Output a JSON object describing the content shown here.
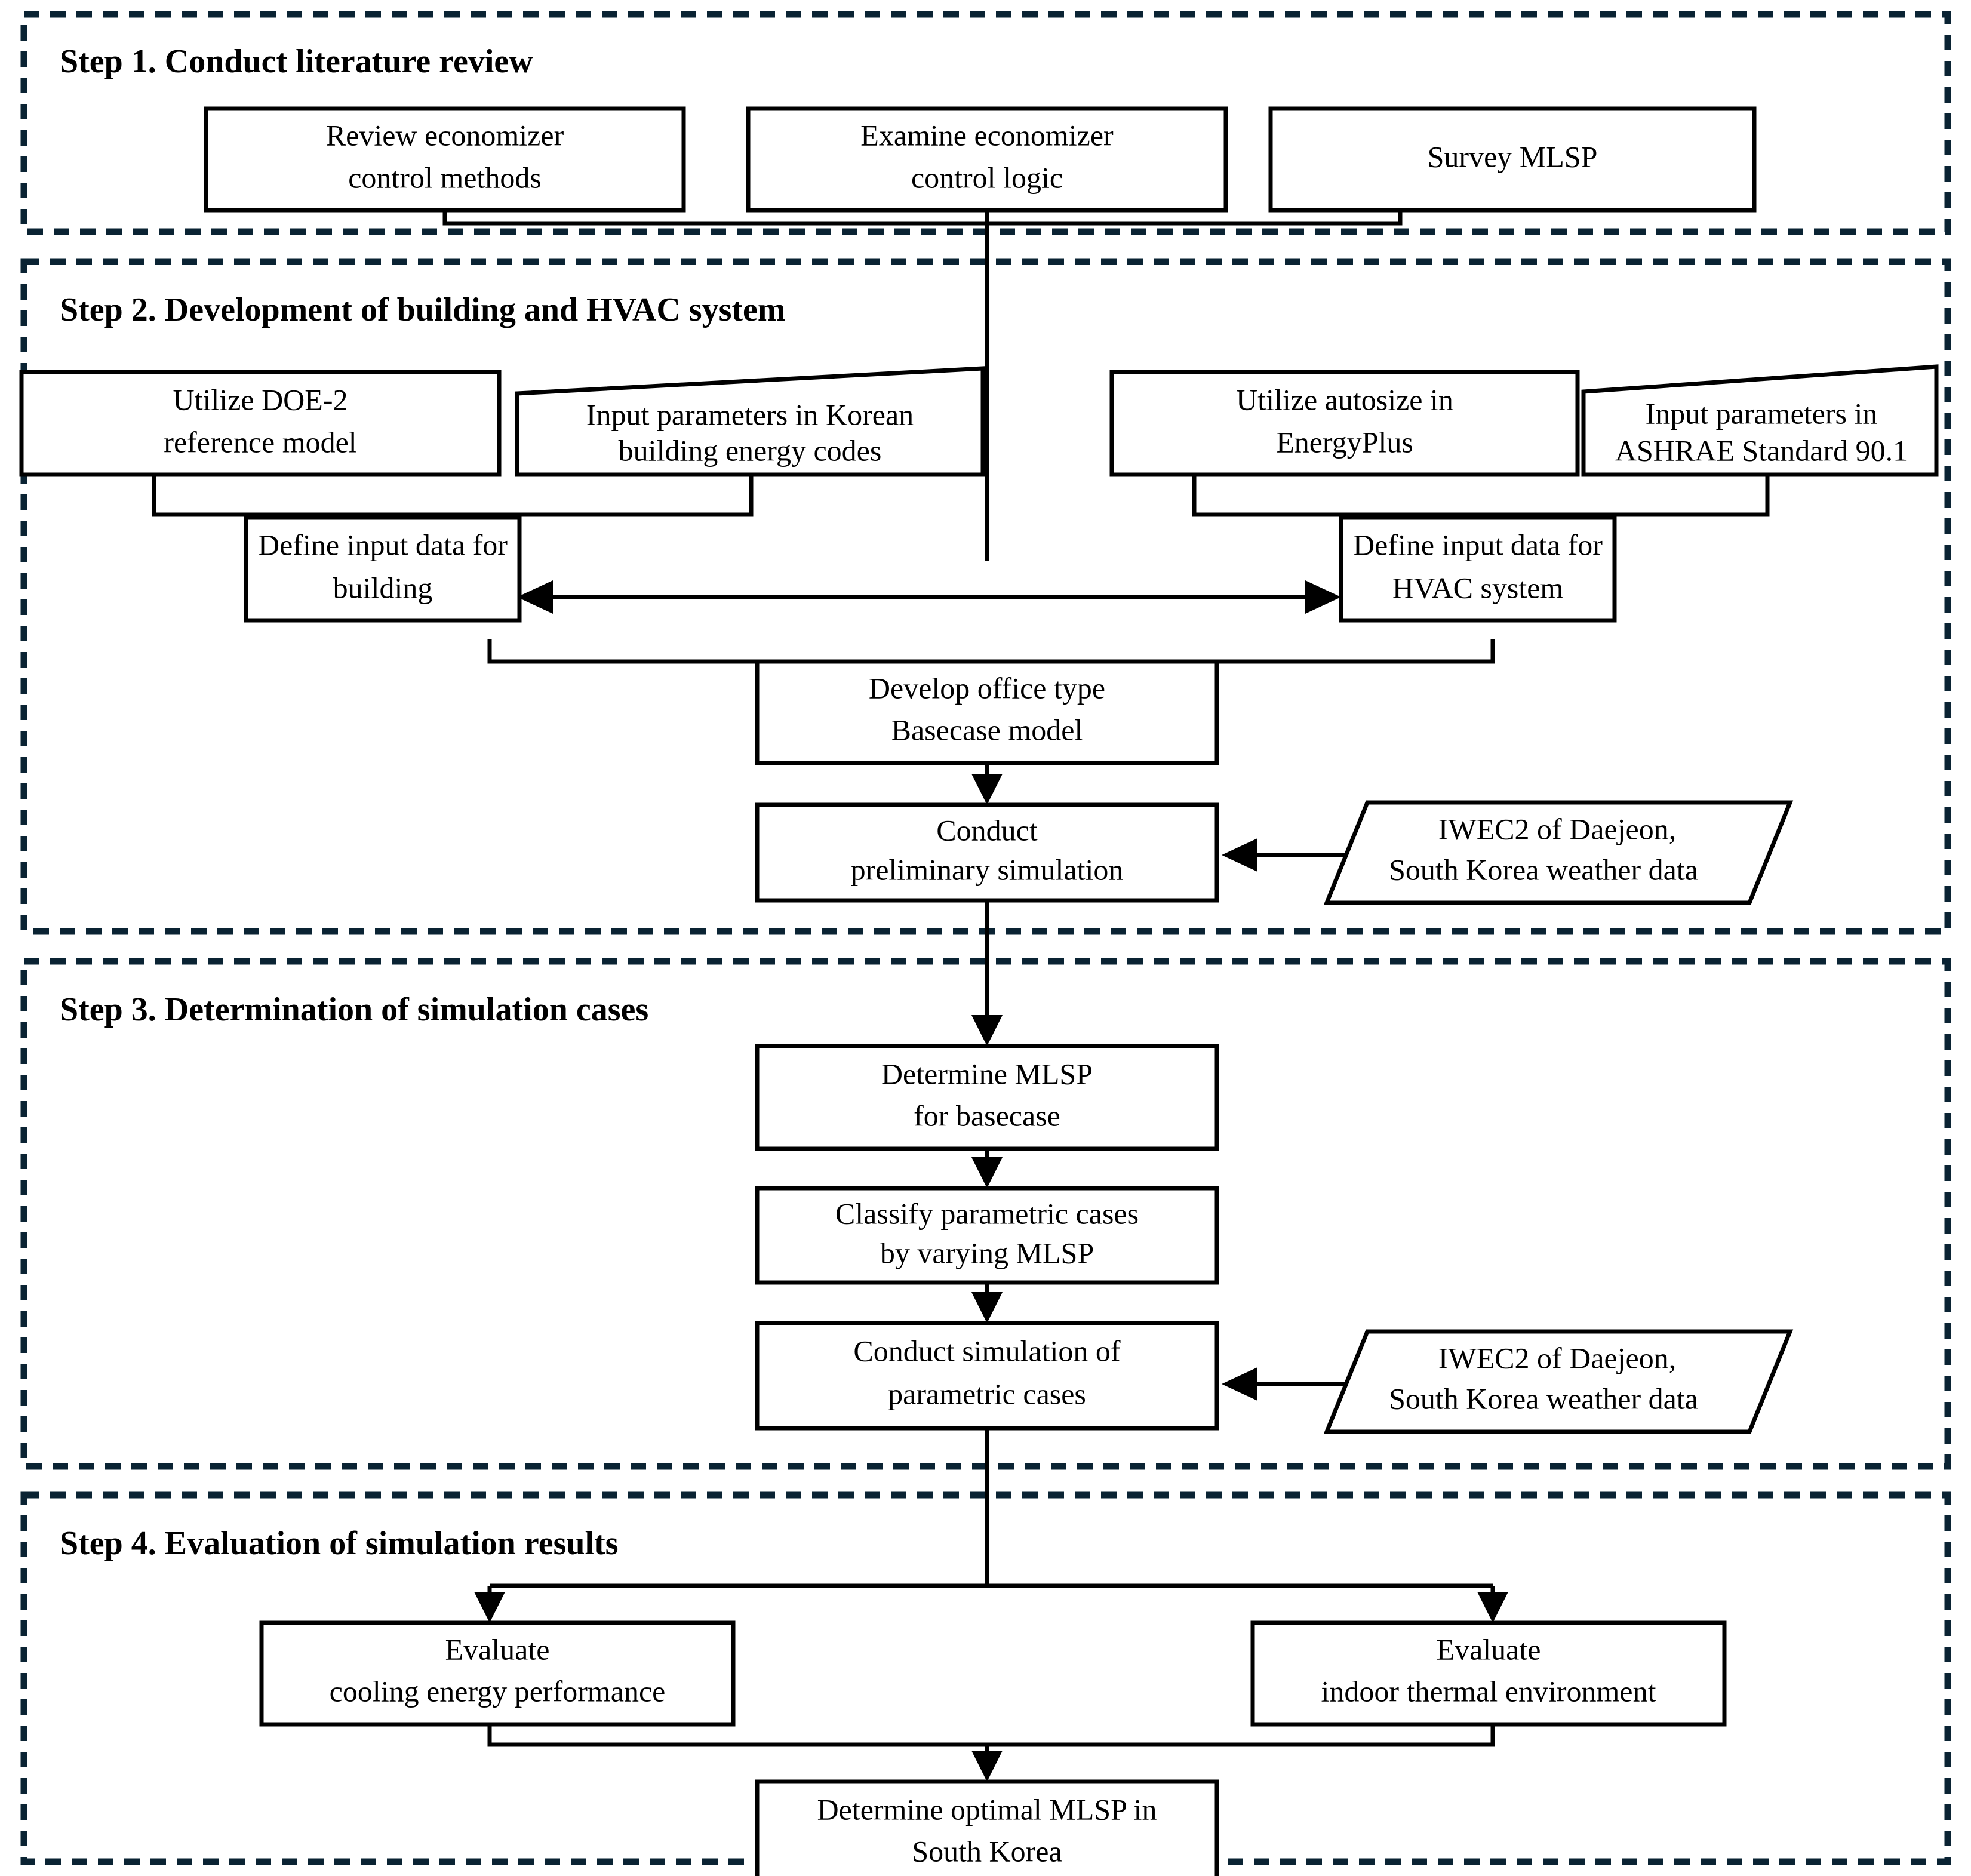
{
  "diagram": {
    "title": "Research methodology flowchart",
    "colors": {
      "box_stroke": "#000000",
      "box_fill": "#ffffff",
      "step_border": "#0a2333",
      "text": "#000000"
    },
    "steps": [
      {
        "id": "step1",
        "label": "Step 1. Conduct literature review"
      },
      {
        "id": "step2",
        "label": "Step 2. Development of building and HVAC system"
      },
      {
        "id": "step3",
        "label": "Step 3. Determination of simulation cases"
      },
      {
        "id": "step4",
        "label": "Step 4. Evaluation of simulation results"
      }
    ],
    "nodes": {
      "review_economizer": {
        "shape": "rect",
        "line1": "Review economizer",
        "line2": "control methods"
      },
      "examine_economizer": {
        "shape": "rect",
        "line1": "Examine economizer",
        "line2": "control logic"
      },
      "survey_mlsp": {
        "shape": "rect",
        "line1": "Survey MLSP",
        "line2": ""
      },
      "utilize_doe2": {
        "shape": "rect",
        "line1": "Utilize DOE-2",
        "line2": "reference model"
      },
      "korean_codes": {
        "shape": "trapezoid",
        "line1": "Input parameters in Korean",
        "line2": "building energy codes"
      },
      "utilize_autosize": {
        "shape": "rect",
        "line1": "Utilize autosize in",
        "line2": "EnergyPlus"
      },
      "ashrae_901": {
        "shape": "trapezoid",
        "line1": "Input parameters in",
        "line2": "ASHRAE Standard 90.1"
      },
      "define_building": {
        "shape": "rect",
        "line1": "Define input data for",
        "line2": "building"
      },
      "define_hvac": {
        "shape": "rect",
        "line1": "Define input data for",
        "line2": "HVAC system"
      },
      "develop_basecase": {
        "shape": "rect",
        "line1": "Develop office type",
        "line2": "Basecase model"
      },
      "conduct_preliminary": {
        "shape": "rect",
        "line1": "Conduct",
        "line2": "preliminary simulation"
      },
      "weather_data_1": {
        "shape": "parallelogram",
        "line1": "IWEC2 of Daejeon,",
        "line2": "South Korea weather data"
      },
      "determine_mlsp": {
        "shape": "rect",
        "line1": "Determine MLSP",
        "line2": "for basecase"
      },
      "classify_cases": {
        "shape": "rect",
        "line1": "Classify parametric cases",
        "line2": "by varying MLSP"
      },
      "conduct_parametric": {
        "shape": "rect",
        "line1": "Conduct simulation of",
        "line2": "parametric cases"
      },
      "weather_data_2": {
        "shape": "parallelogram",
        "line1": "IWEC2 of Daejeon,",
        "line2": "South Korea weather data"
      },
      "evaluate_cooling": {
        "shape": "rect",
        "line1": "Evaluate",
        "line2": "cooling energy performance"
      },
      "evaluate_thermal": {
        "shape": "rect",
        "line1": "Evaluate",
        "line2": "indoor thermal environment"
      },
      "determine_optimal": {
        "shape": "rect",
        "line1": "Determine optimal MLSP in",
        "line2": "South Korea"
      }
    }
  }
}
